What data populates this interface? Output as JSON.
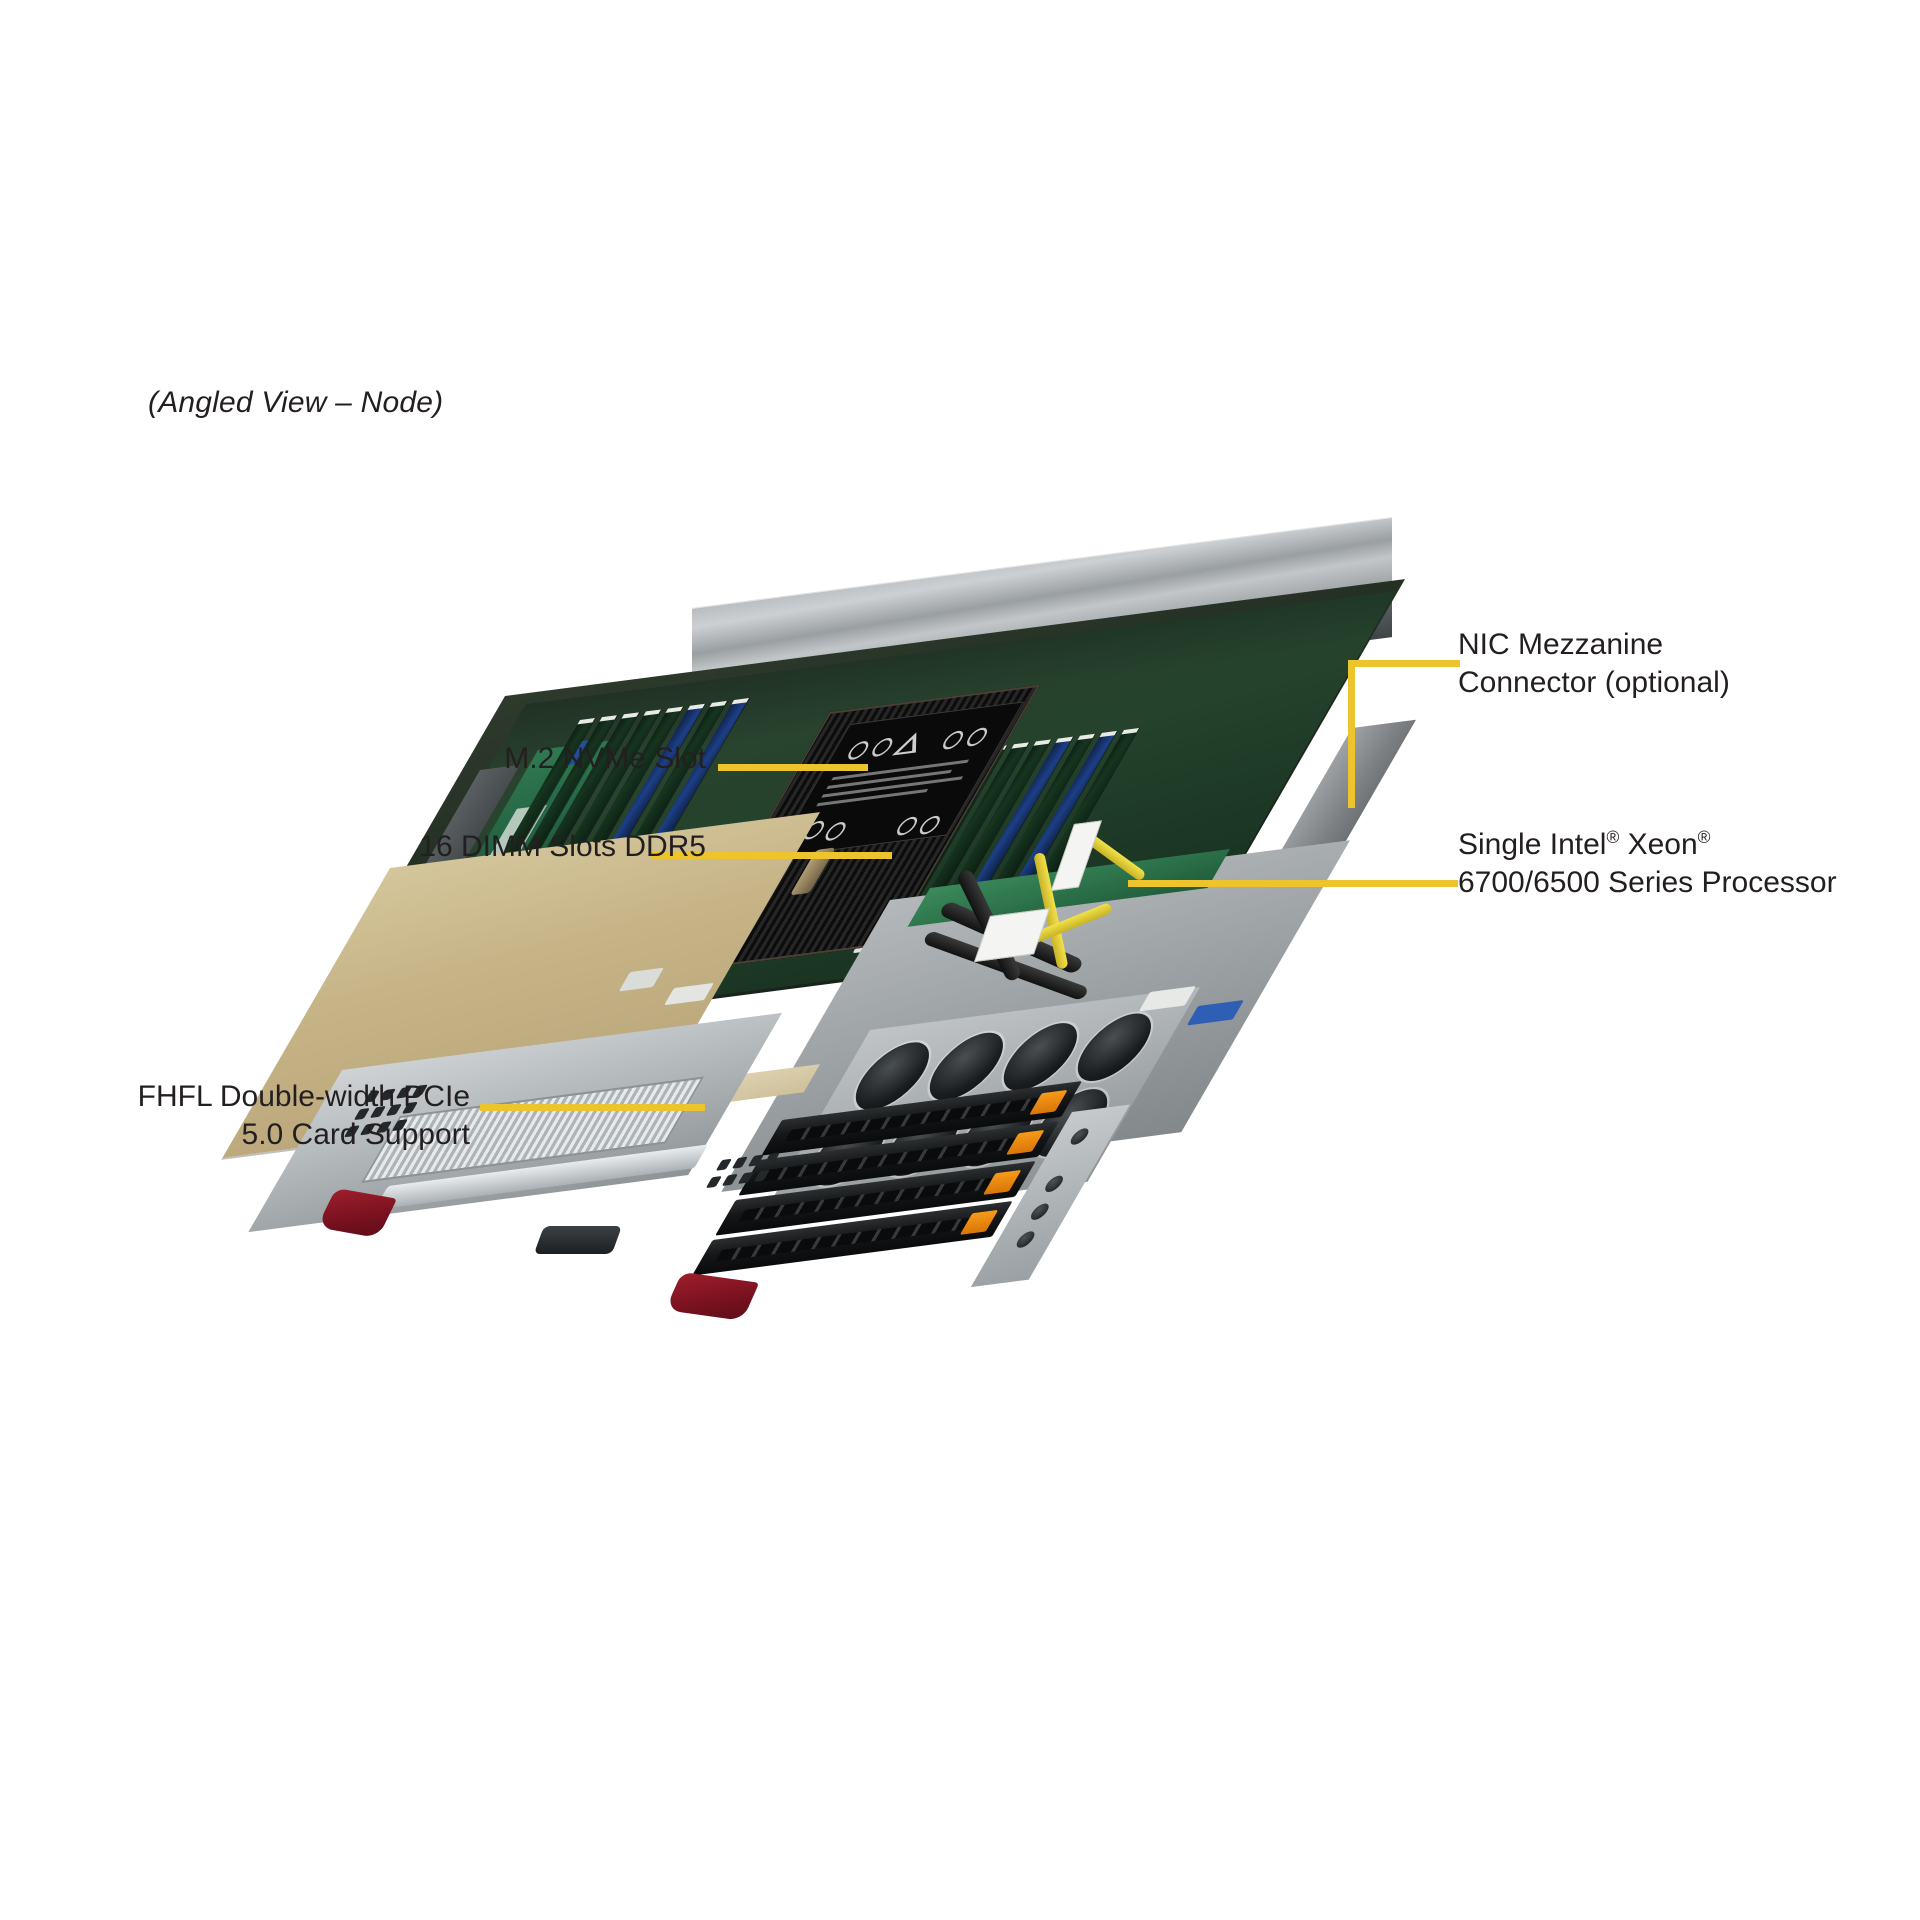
{
  "figure": {
    "caption": "(Angled View – Node)",
    "accent_color": "#edc32e",
    "background_color": "#ffffff",
    "text_color": "#231f20"
  },
  "callouts": [
    {
      "id": "m2-nvme-slot",
      "text": "M.2 NVMe Slot",
      "align": "right",
      "leader": "horizontal"
    },
    {
      "id": "dimm-slots",
      "text": "16 DIMM Slots DDR5",
      "align": "right",
      "leader": "horizontal"
    },
    {
      "id": "pcie-card-support",
      "line1": "FHFL Double-width PCIe",
      "line2": "5.0 Card Support",
      "align": "right",
      "leader": "horizontal"
    },
    {
      "id": "nic-mezzanine",
      "line1": "NIC Mezzanine",
      "line2": "Connector (optional)",
      "align": "left",
      "leader": "elbow"
    },
    {
      "id": "xeon-processor",
      "line1_pre": "Single Intel",
      "line1_mid": " Xeon",
      "reg_mark": "®",
      "line2": "6700/6500 Series Processor",
      "align": "left",
      "leader": "horizontal"
    }
  ],
  "product": {
    "chassis_color": "#9ba0a3",
    "pcb_color": "#244229",
    "pcie_card_color": "#c6b487",
    "drive_latch_color": "#f79a18",
    "handle_color": "#7c1220",
    "dimm_count": 16,
    "drive_bay_count": 4,
    "fan_hole_count": 8
  }
}
